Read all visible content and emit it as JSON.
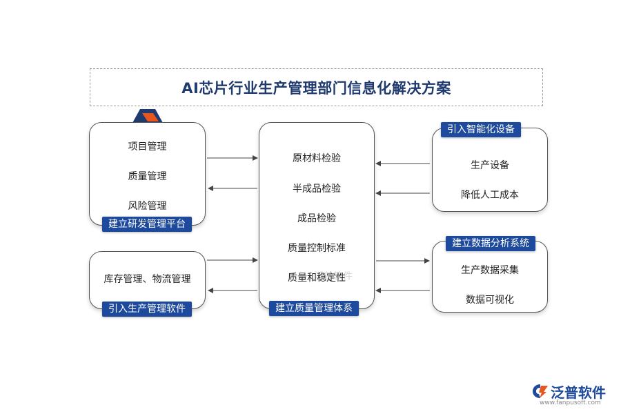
{
  "title": "AI芯片行业生产管理部门信息化解决方案",
  "left_top": {
    "items": [
      "项目管理",
      "质量管理",
      "风险管理"
    ],
    "label": "建立研发管理平台"
  },
  "left_bottom": {
    "items": [
      "库存管理、物流管理"
    ],
    "label": "引入生产管理软件"
  },
  "center": {
    "items": [
      "原材料检验",
      "半成品检验",
      "成品检验",
      "质量控制标准",
      "质量和稳定性"
    ],
    "label": "建立质量管理体系"
  },
  "right_top": {
    "label": "引入智能化设备",
    "items": [
      "生产设备",
      "降低人工成本"
    ]
  },
  "right_bottom": {
    "label": "建立数据分析系统",
    "items": [
      "生产数据采集",
      "数据可视化"
    ]
  },
  "watermark": "泛普软件",
  "brand": {
    "name": "泛普软件",
    "url": "www.fanpusoft.com"
  },
  "colors": {
    "label_bg": "#1d4a9c",
    "title": "#1f3a6e",
    "logo_orange": "#e8561f",
    "logo_navy": "#1f3a6e"
  }
}
